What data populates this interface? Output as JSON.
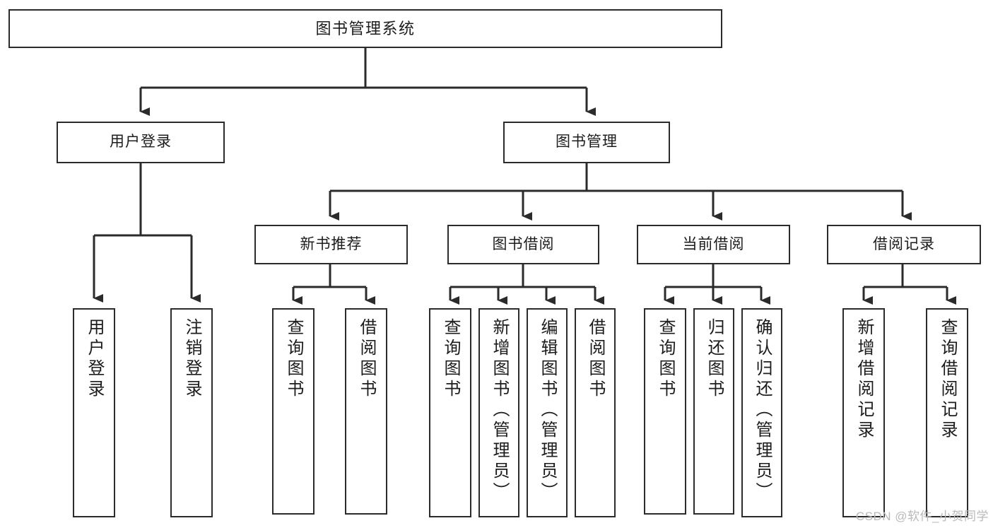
{
  "diagram": {
    "title": "图书管理系统",
    "type": "tree-hierarchy-diagram",
    "style": {
      "box_border_color": "#2b2b2b",
      "box_fill_color": "#ffffff",
      "line_color": "#2b2b2b",
      "text_color": "#1c1c1c",
      "background": "#ffffff",
      "watermark_color": "#b9b9b9"
    },
    "root": {
      "id": "root",
      "label": "图书管理系统",
      "orientation": "horizontal"
    },
    "level2": [
      {
        "id": "user-login",
        "label": "用户登录",
        "orientation": "horizontal"
      },
      {
        "id": "book-management",
        "label": "图书管理",
        "orientation": "horizontal"
      }
    ],
    "level3": [
      {
        "id": "new-book-recommend",
        "label": "新书推荐",
        "orientation": "horizontal",
        "parent": "book-management"
      },
      {
        "id": "book-borrow",
        "label": "图书借阅",
        "orientation": "horizontal",
        "parent": "book-management"
      },
      {
        "id": "current-borrow",
        "label": "当前借阅",
        "orientation": "horizontal",
        "parent": "book-management"
      },
      {
        "id": "borrow-record",
        "label": "借阅记录",
        "orientation": "horizontal",
        "parent": "book-management"
      }
    ],
    "leaves": [
      {
        "id": "leaf-user-login",
        "label": "用户登录",
        "parent": "user-login"
      },
      {
        "id": "leaf-logout-login",
        "label": "注销登录",
        "parent": "user-login"
      },
      {
        "id": "leaf-query-book-1",
        "label": "查询图书",
        "parent": "new-book-recommend"
      },
      {
        "id": "leaf-borrow-book-1",
        "label": "借阅图书",
        "parent": "new-book-recommend"
      },
      {
        "id": "leaf-query-book-2",
        "label": "查询图书",
        "parent": "book-borrow"
      },
      {
        "id": "leaf-add-book",
        "label": "新增图书（管理员）",
        "parent": "book-borrow"
      },
      {
        "id": "leaf-edit-book",
        "label": "编辑图书（管理员）",
        "parent": "book-borrow"
      },
      {
        "id": "leaf-borrow-book-2",
        "label": "借阅图书",
        "parent": "book-borrow"
      },
      {
        "id": "leaf-query-book-3",
        "label": "查询图书",
        "parent": "current-borrow"
      },
      {
        "id": "leaf-return-book",
        "label": "归还图书",
        "parent": "current-borrow"
      },
      {
        "id": "leaf-confirm-return",
        "label": "确认归还（管理员）",
        "parent": "current-borrow"
      },
      {
        "id": "leaf-add-record",
        "label": "新增借阅记录",
        "parent": "borrow-record"
      },
      {
        "id": "leaf-query-record",
        "label": "查询借阅记录",
        "parent": "borrow-record"
      }
    ]
  },
  "watermark": {
    "text": "CSDN @软件_小贺同学"
  }
}
